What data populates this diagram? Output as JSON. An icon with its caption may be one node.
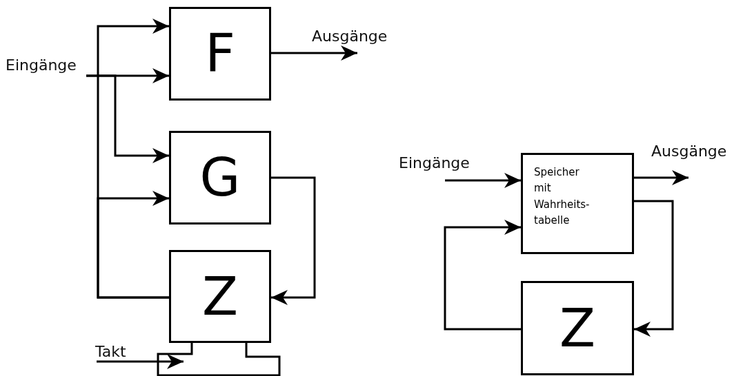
{
  "diagram": {
    "nodes": [
      {
        "text": [
          "Eingänge"
        ]
      },
      {
        "text": [
          "F"
        ]
      },
      {
        "text": [
          "Ausgänge"
        ]
      },
      {
        "text": [
          "G"
        ]
      },
      {
        "text": [
          "Z"
        ]
      },
      {
        "text": [
          "Takt"
        ]
      },
      {
        "text": [
          "Eingänge"
        ]
      },
      {
        "text": [
          "Speicher mit Wahrheits- tabelle"
        ]
      },
      {
        "text": [
          "Ausgänge"
        ]
      },
      {
        "text": [
          "Z"
        ]
      }
    ],
    "edges": [
      {
        "from": 0,
        "to": 1,
        "arrow": "to"
      },
      {
        "from": 0,
        "to": 3,
        "arrow": "to"
      },
      {
        "from": 4,
        "to": 1,
        "arrow": "to"
      },
      {
        "from": 4,
        "to": 3,
        "arrow": "to"
      },
      {
        "from": 3,
        "to": 4,
        "arrow": "to"
      },
      {
        "from": 1,
        "to": 2,
        "arrow": "to"
      },
      {
        "from": 5,
        "to": 4,
        "arrow": "to"
      },
      {
        "from": 6,
        "to": 7,
        "arrow": "to"
      },
      {
        "from": 7,
        "to": 8,
        "arrow": "to"
      },
      {
        "from": 7,
        "to": 9,
        "arrow": "to"
      },
      {
        "from": 9,
        "to": 7,
        "arrow": "to"
      }
    ]
  }
}
